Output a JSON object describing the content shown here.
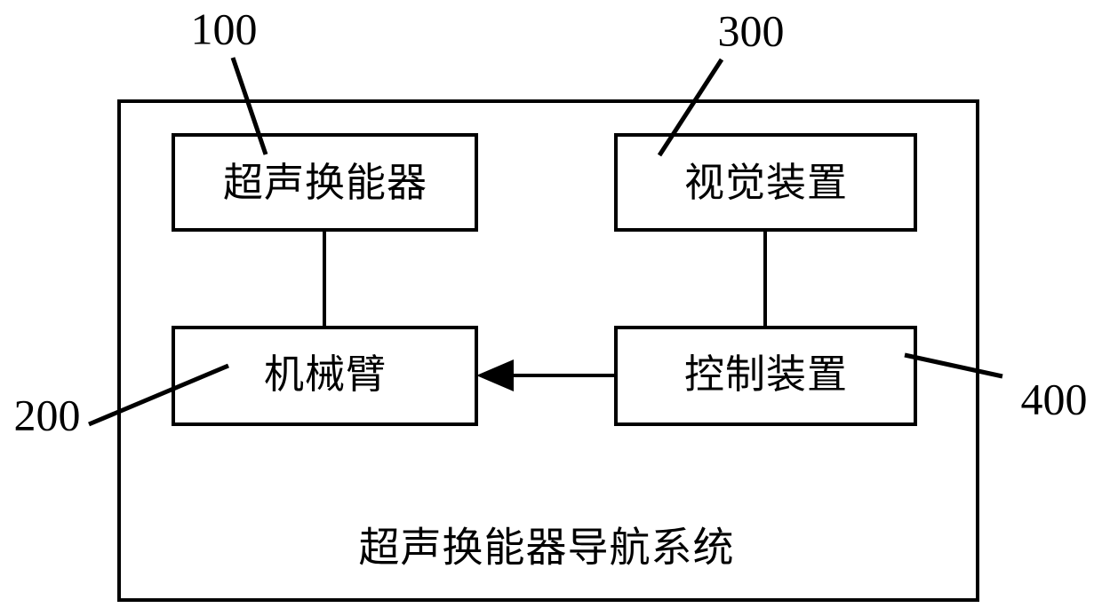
{
  "figure": {
    "type": "patent-block-diagram",
    "background_color": "#ffffff",
    "line_color": "#000000",
    "system_caption": "超声换能器导航系统",
    "blocks": [
      {
        "id": "ultrasonic-transducer",
        "label": "超声换能器",
        "ref": "100",
        "ref_position": "top-left"
      },
      {
        "id": "vision-device",
        "label": "视觉装置",
        "ref": "300",
        "ref_position": "top-right"
      },
      {
        "id": "robotic-arm",
        "label": "机械臂",
        "ref": "200",
        "ref_position": "left"
      },
      {
        "id": "control-device",
        "label": "控制装置",
        "ref": "400",
        "ref_position": "right"
      }
    ],
    "connections": [
      {
        "from": "ultrasonic-transducer",
        "to": "robotic-arm",
        "style": "plain-line"
      },
      {
        "from": "vision-device",
        "to": "control-device",
        "style": "plain-line"
      },
      {
        "from": "control-device",
        "to": "robotic-arm",
        "style": "arrow-left"
      }
    ]
  }
}
